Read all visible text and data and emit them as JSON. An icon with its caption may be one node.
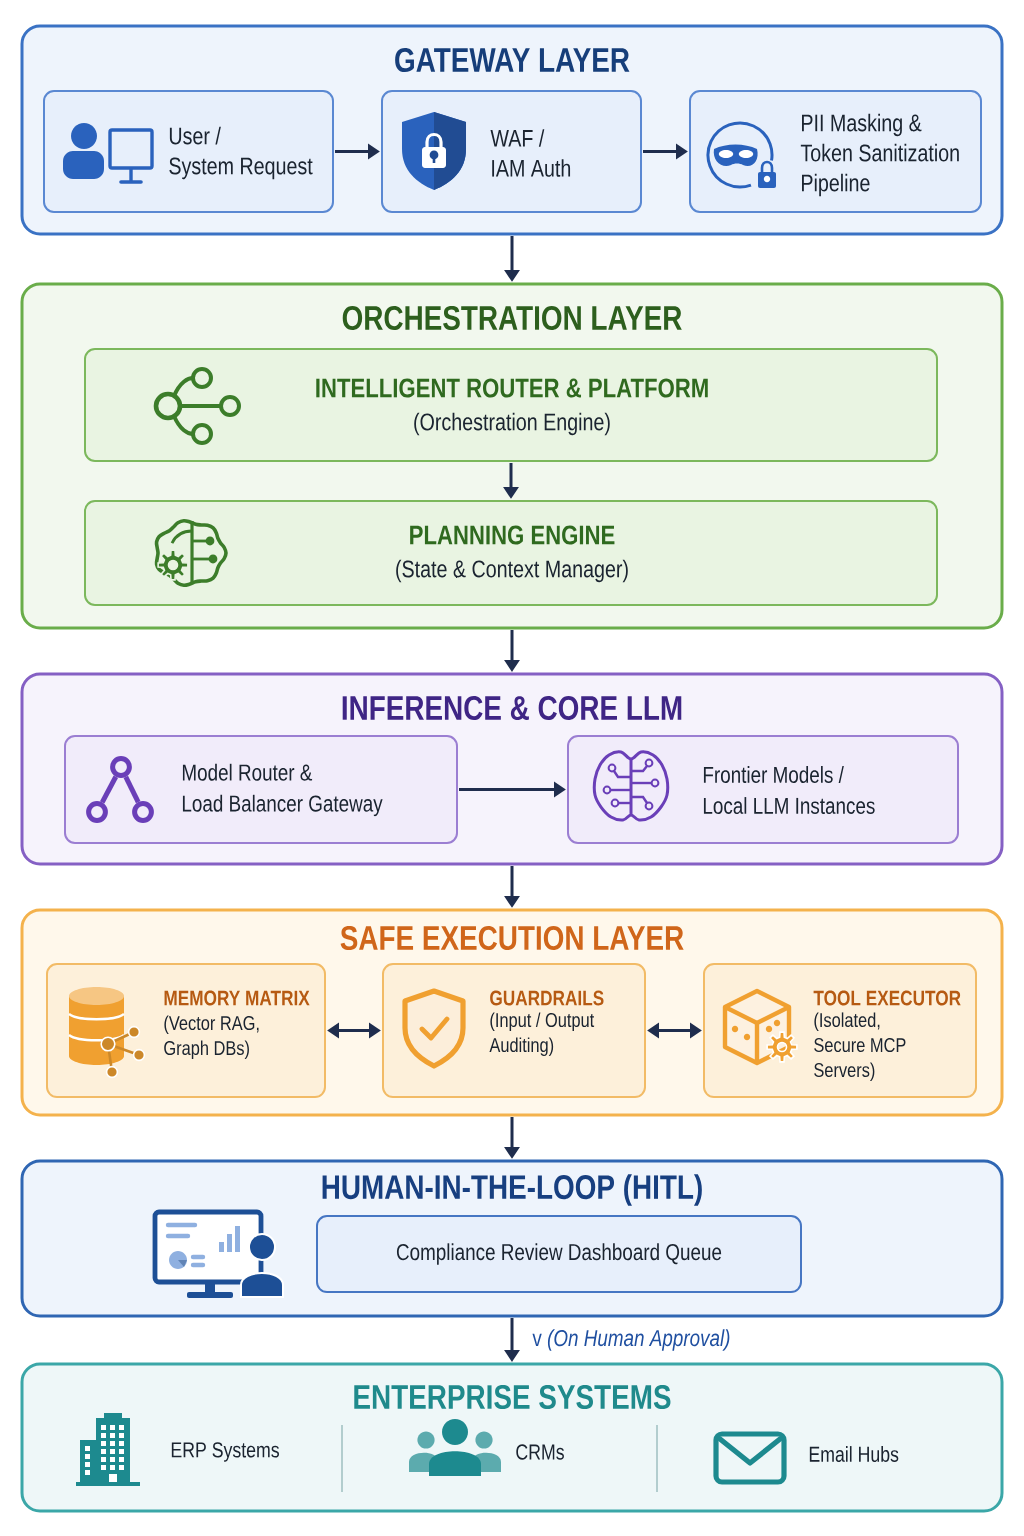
{
  "diagram": {
    "nodes": [
      {
        "text": [
          "GATEWAY LAYER"
        ]
      },
      {
        "text": [
          "User / System Request"
        ],
        "in": 0
      },
      {
        "text": [
          "WAF / IAM Auth"
        ],
        "in": 0
      },
      {
        "text": [
          "PII Masking & Token Sanitization Pipeline"
        ],
        "in": 0
      },
      {
        "text": [
          "ORCHESTRATION LAYER"
        ]
      },
      {
        "text": [
          "INTELLIGENT ROUTER & PLATFORM",
          "(Orchestration Engine)"
        ],
        "in": 4
      },
      {
        "text": [
          "PLANNING ENGINE",
          "(State & Context Manager)"
        ],
        "in": 4
      },
      {
        "text": [
          "INFERENCE & CORE LLM"
        ]
      },
      {
        "text": [
          "Model Router & Load Balancer Gateway"
        ],
        "in": 7
      },
      {
        "text": [
          "Frontier Models / Local LLM Instances"
        ],
        "in": 7
      },
      {
        "text": [
          "SAFE EXECUTION LAYER"
        ]
      },
      {
        "text": [
          "MEMORY MATRIX",
          "(Vector RAG, Graph DBs)"
        ],
        "in": 10
      },
      {
        "text": [
          "GUARDRAILS",
          "(Input / Output Auditing)"
        ],
        "in": 10
      },
      {
        "text": [
          "TOOL EXECUTOR",
          "(Isolated, Secure MCP Servers)"
        ],
        "in": 10
      },
      {
        "text": [
          "HUMAN-IN-THE-LOOP (HITL)"
        ]
      },
      {
        "text": [
          "Compliance Review Dashboard Queue"
        ],
        "in": 14
      },
      {
        "text": [
          "ENTERPRISE SYSTEMS"
        ]
      }
    ],
    "edges": [
      {
        "from": 1,
        "to": 2,
        "arrow": "to"
      },
      {
        "from": 2,
        "to": 3,
        "arrow": "to"
      },
      {
        "from": 0,
        "to": 4,
        "arrow": "to"
      },
      {
        "from": 5,
        "to": 6,
        "arrow": "to"
      },
      {
        "from": 4,
        "to": 7,
        "arrow": "to"
      },
      {
        "from": 8,
        "to": 9,
        "arrow": "to"
      },
      {
        "from": 7,
        "to": 10,
        "arrow": "to"
      },
      {
        "from": 11,
        "to": 12,
        "arrow": "both"
      },
      {
        "from": 12,
        "to": 13,
        "arrow": "both"
      },
      {
        "from": 10,
        "to": 14,
        "arrow": "to"
      },
      {
        "from": 14,
        "to": 16,
        "arrow": "to",
        "label": "v *(On Human Approval)*"
      }
    ],
    "labels": [
      "ERP Systems",
      "CRMs",
      "Email Hubs"
    ]
  }
}
